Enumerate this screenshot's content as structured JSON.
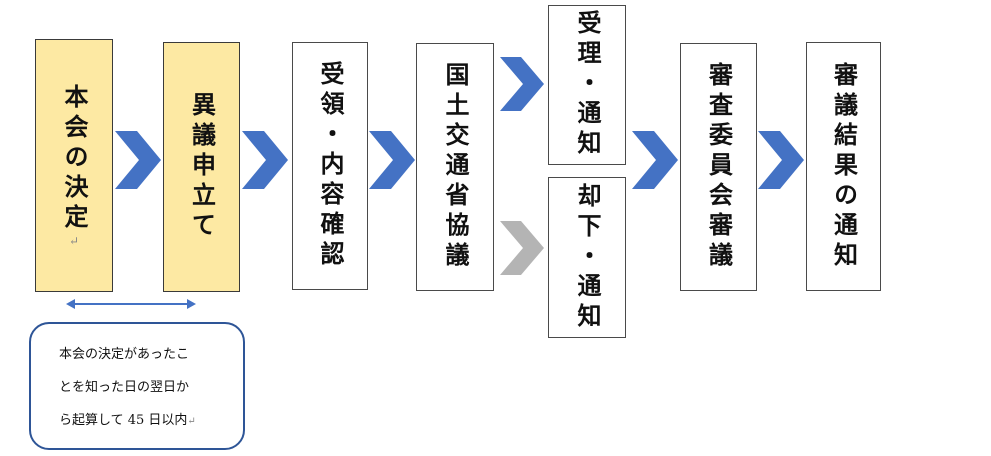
{
  "steps": {
    "decision": {
      "label": "本会の決定",
      "mark": "↵"
    },
    "objection": {
      "label": "異議申立て"
    },
    "receipt": {
      "label": "受領・内容確認"
    },
    "consult": {
      "label": "国土交通省協議"
    },
    "accept": {
      "label": "受理・通知"
    },
    "reject": {
      "label": "却下・通知"
    },
    "review": {
      "label": "審査委員会審議"
    },
    "notify": {
      "label": "審議結果の通知"
    }
  },
  "note": {
    "lines": [
      "本会の決定があったこ",
      "とを知った日の翌日か",
      "ら起算して 45 日以内"
    ],
    "mark": "↵"
  },
  "colors": {
    "chevron_blue": "#4472c4",
    "chevron_gray": "#b4b4b4",
    "highlight_fill": "#fde9a3",
    "note_border": "#2e5597"
  }
}
